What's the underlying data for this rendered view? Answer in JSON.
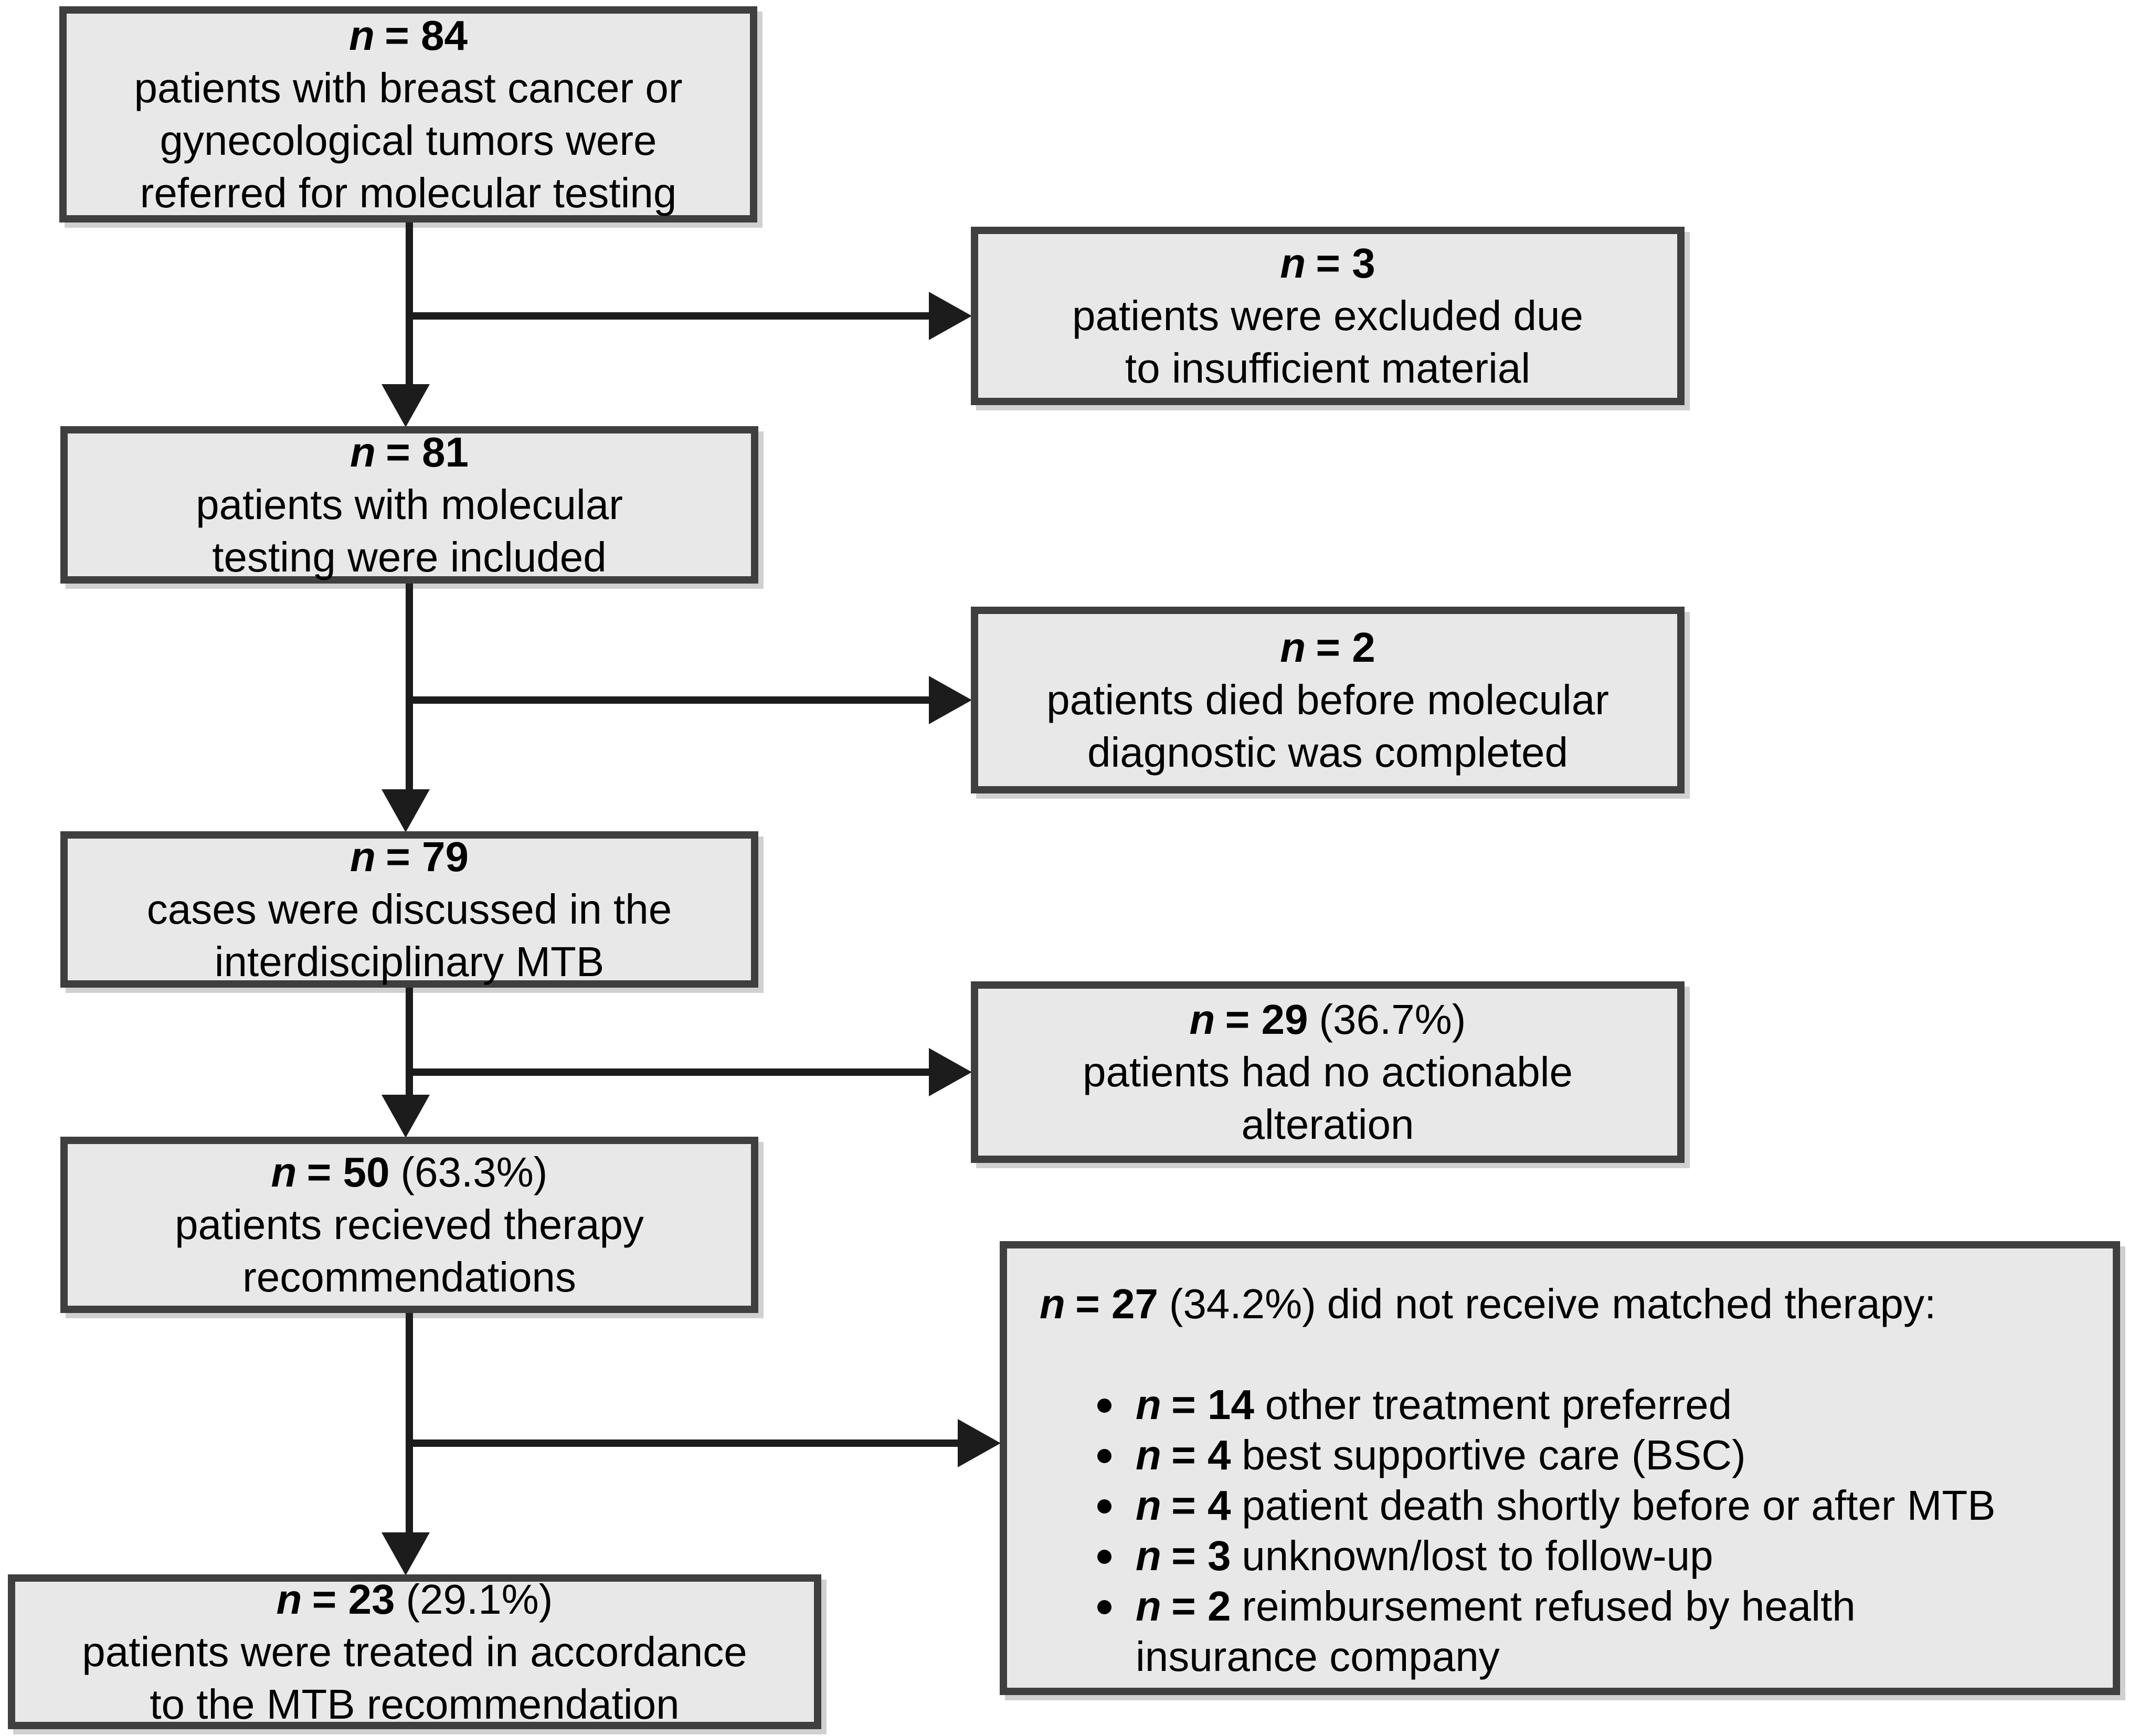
{
  "colors": {
    "background": "#ffffff",
    "box-fill": "#e8e8e8",
    "box-border": "#3f3f3f",
    "arrow": "#1c1c1c",
    "text": "#000000"
  },
  "boxes": {
    "referred": {
      "n_var": "n",
      "n_eq": "= 84",
      "percent": "",
      "lines": [
        "patients with breast cancer or",
        "gynecological tumors were",
        "referred for molecular testing"
      ]
    },
    "excluded": {
      "n_var": "n",
      "n_eq": "= 3",
      "percent": "",
      "lines": [
        "patients were excluded due",
        "to insufficient material"
      ]
    },
    "included": {
      "n_var": "n",
      "n_eq": "= 81",
      "percent": "",
      "lines": [
        "patients with molecular",
        "testing were included"
      ]
    },
    "died": {
      "n_var": "n",
      "n_eq": "= 2",
      "percent": "",
      "lines": [
        "patients died before molecular",
        "diagnostic was completed"
      ]
    },
    "discussed": {
      "n_var": "n",
      "n_eq": "= 79",
      "percent": "",
      "lines": [
        "cases were discussed in the",
        "interdisciplinary MTB"
      ]
    },
    "no_actionable": {
      "n_var": "n",
      "n_eq": "= 29",
      "percent": "(36.7%)",
      "lines": [
        "patients had no actionable",
        "alteration"
      ]
    },
    "recommendations": {
      "n_var": "n",
      "n_eq": "= 50",
      "percent": "(63.3%)",
      "lines": [
        "patients recieved therapy",
        "recommendations"
      ]
    },
    "not_matched": {
      "n_var": "n",
      "n_eq": "= 27",
      "percent": "(34.2%)",
      "header_rest": "did not receive matched therapy:",
      "bullets": [
        {
          "n_var": "n",
          "n_eq": "= 14",
          "text": "other treatment preferred"
        },
        {
          "n_var": "n",
          "n_eq": "= 4",
          "text": "best supportive care (BSC)"
        },
        {
          "n_var": "n",
          "n_eq": "= 4",
          "text": "patient death shortly before or after MTB"
        },
        {
          "n_var": "n",
          "n_eq": "= 3",
          "text": "unknown/lost to follow-up"
        },
        {
          "n_var": "n",
          "n_eq": "= 2",
          "text": "reimbursement refused by health insurance company"
        }
      ]
    },
    "treated": {
      "n_var": "n",
      "n_eq": "= 23",
      "percent": "(29.1%)",
      "lines": [
        "patients were treated in accordance",
        "to the MTB recommendation"
      ]
    }
  }
}
